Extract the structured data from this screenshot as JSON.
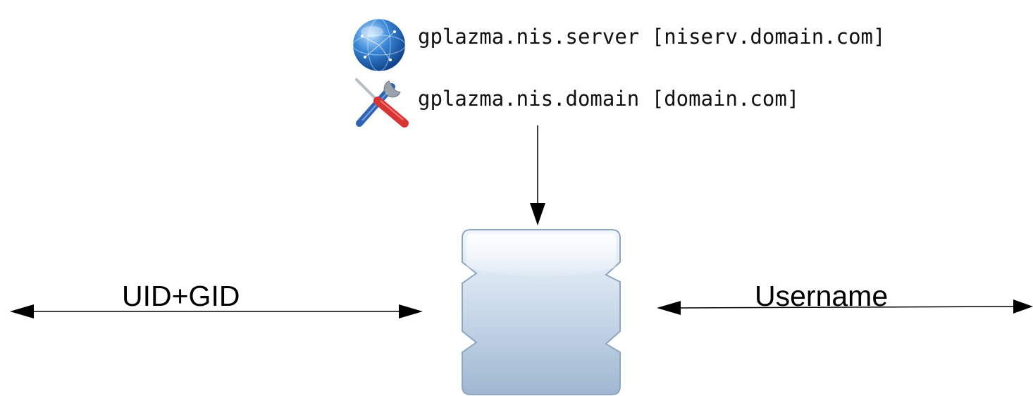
{
  "config": {
    "server_line": "gplazma.nis.server [niserv.domain.com]",
    "domain_line": "gplazma.nis.domain [domain.com]",
    "server_icon": "globe-icon",
    "domain_icon": "tools-icon"
  },
  "plugin": {
    "icon": "puzzle-block-icon"
  },
  "edges": {
    "left_label": "UID+GID",
    "right_label": "Username"
  },
  "colors": {
    "block_top": "#eef4fa",
    "block_bottom": "#a9bfd6",
    "globe": "#2a6fc0",
    "screwdriver": "#d83434",
    "wrench": "#2f63b5"
  }
}
